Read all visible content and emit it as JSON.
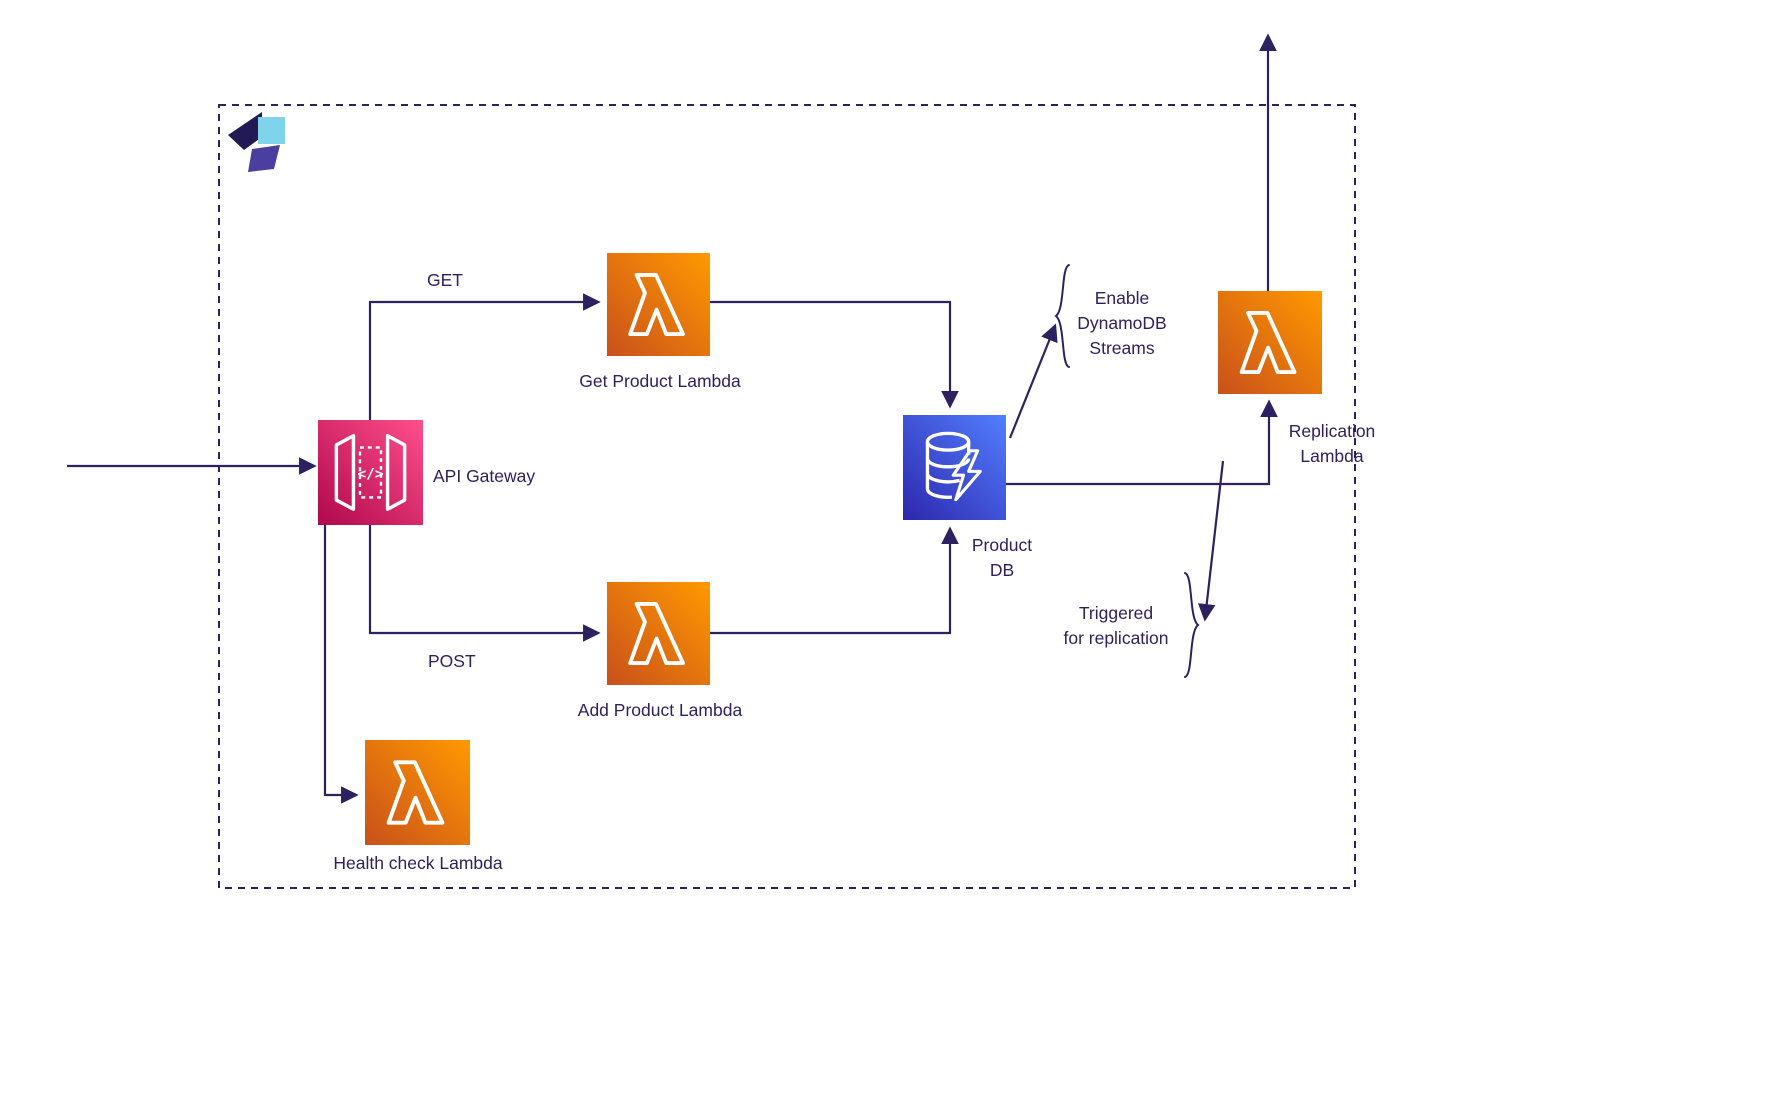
{
  "nodes": {
    "api_gateway": {
      "label": "API Gateway",
      "icon": "api-gateway-icon"
    },
    "get_product_lambda": {
      "label": "Get Product Lambda",
      "icon": "lambda-icon"
    },
    "add_product_lambda": {
      "label": "Add Product Lambda",
      "icon": "lambda-icon"
    },
    "health_check_lambda": {
      "label": "Health check Lambda",
      "icon": "lambda-icon"
    },
    "product_db": {
      "label": "Product\nDB",
      "icon": "dynamodb-icon"
    },
    "replication_lambda": {
      "label": "Replication\nLambda",
      "icon": "lambda-icon"
    }
  },
  "edge_labels": {
    "get": "GET",
    "post": "POST"
  },
  "annotations": {
    "enable_streams": "Enable\nDynamoDB\nStreams",
    "triggered_replication": "Triggered\nfor replication"
  },
  "icons": {
    "api_gateway_glyph": "</>",
    "left_brace": "curly-brace-left",
    "right_brace": "curly-brace-right",
    "logo": "architecture-tool-logo"
  },
  "colors": {
    "line": "#2e2160",
    "text": "#2e2160",
    "lambda_from": "#c8511b",
    "lambda_to": "#ff9900",
    "apigw_from": "#b0084d",
    "apigw_to": "#ff4f8b",
    "dynamo_from": "#2e27ad",
    "dynamo_to": "#527fff",
    "logo_dark": "#221a55",
    "logo_blue": "#7fd3ea",
    "logo_purple": "#4a3f9e"
  }
}
